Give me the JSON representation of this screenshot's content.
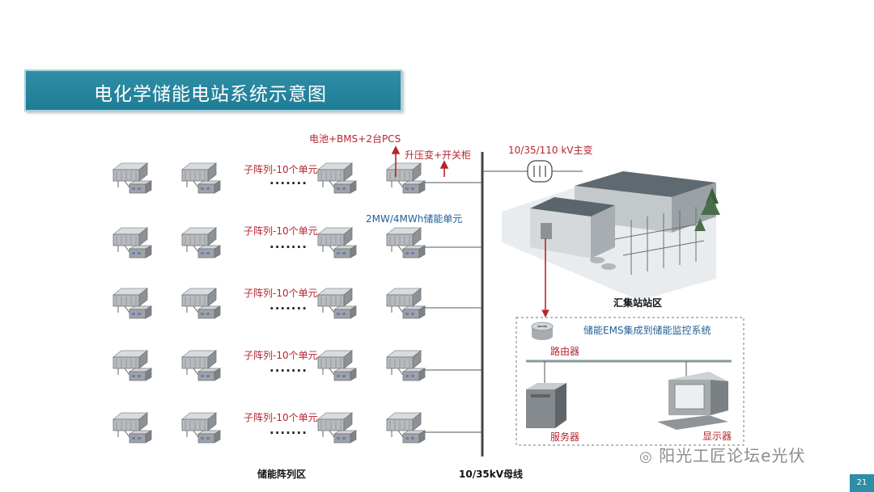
{
  "title": "电化学储能电站系统示意图",
  "subarray_label": "子阵列-10个单元",
  "dots": "·······",
  "labels": {
    "battery": "电池+BMS+2台PCS",
    "transformer": "升压变+开关柜",
    "unit": "2MW/4MWh储能单元",
    "main_transformer": "10/35/110 kV主变",
    "station_area": "汇集站站区",
    "ems": "储能EMS集成到储能监控系统",
    "router": "路由器",
    "server": "服务器",
    "display": "显示器",
    "array_area": "储能阵列区",
    "bus": "10/35kV母线"
  },
  "watermark": "阳光工匠论坛e光伏",
  "page_number": "21",
  "colors": {
    "title_bg": "#2380a0",
    "label_red": "#b6262e",
    "label_blue": "#1f5f98"
  }
}
